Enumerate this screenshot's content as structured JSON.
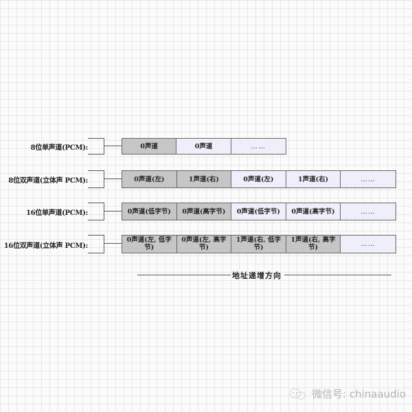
{
  "diagram": {
    "rows": [
      {
        "label": "8位单声道(PCM):",
        "cells": [
          {
            "text": "0声道",
            "shaded": true
          },
          {
            "text": "0声道",
            "shaded": false
          },
          {
            "text": "……",
            "shaded": false
          }
        ]
      },
      {
        "label": "8位双声道(立体声 PCM):",
        "cells": [
          {
            "text": "0声道(左)",
            "shaded": true
          },
          {
            "text": "1声道(右)",
            "shaded": true
          },
          {
            "text": "0声道(左)",
            "shaded": false
          },
          {
            "text": "1声道(右)",
            "shaded": false
          },
          {
            "text": "……",
            "shaded": false
          }
        ]
      },
      {
        "label": "16位单声道(PCM):",
        "cells": [
          {
            "text": "0声道(低字节)",
            "shaded": true
          },
          {
            "text": "0声道(高字节)",
            "shaded": true
          },
          {
            "text": "0声道(低字节)",
            "shaded": false
          },
          {
            "text": "0声道(高字节)",
            "shaded": false
          },
          {
            "text": "……",
            "shaded": false
          }
        ]
      },
      {
        "label": "16位双声道(立体声 PCM):",
        "cells": [
          {
            "text": "0声道(左, 低字节)",
            "shaded": true
          },
          {
            "text": "0声道(左, 高字节)",
            "shaded": true
          },
          {
            "text": "1声道(右, 低字节)",
            "shaded": true
          },
          {
            "text": "1声道(右, 高字节)",
            "shaded": true
          },
          {
            "text": "……",
            "shaded": false
          }
        ]
      }
    ],
    "axis_label": "地址递增方向",
    "colors": {
      "shaded_fill": "#c6c6c6",
      "light_fill": "#efeffb",
      "border": "#666666"
    }
  },
  "watermark": {
    "icon": "wechat-icon",
    "text": "微信号: chinaaudio"
  }
}
